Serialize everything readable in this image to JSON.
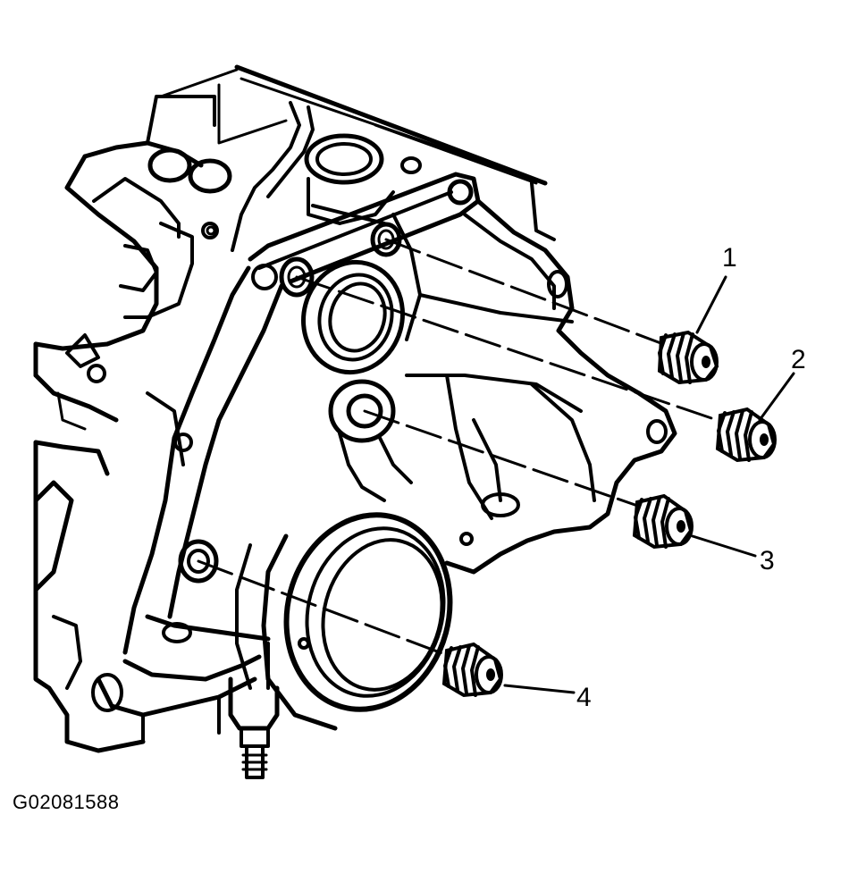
{
  "diagram": {
    "figure_code": "G02081588",
    "callouts": [
      {
        "label": "1"
      },
      {
        "label": "2"
      },
      {
        "label": "3"
      },
      {
        "label": "4"
      }
    ],
    "colors": {
      "line": "#000000",
      "background": "#ffffff"
    }
  }
}
